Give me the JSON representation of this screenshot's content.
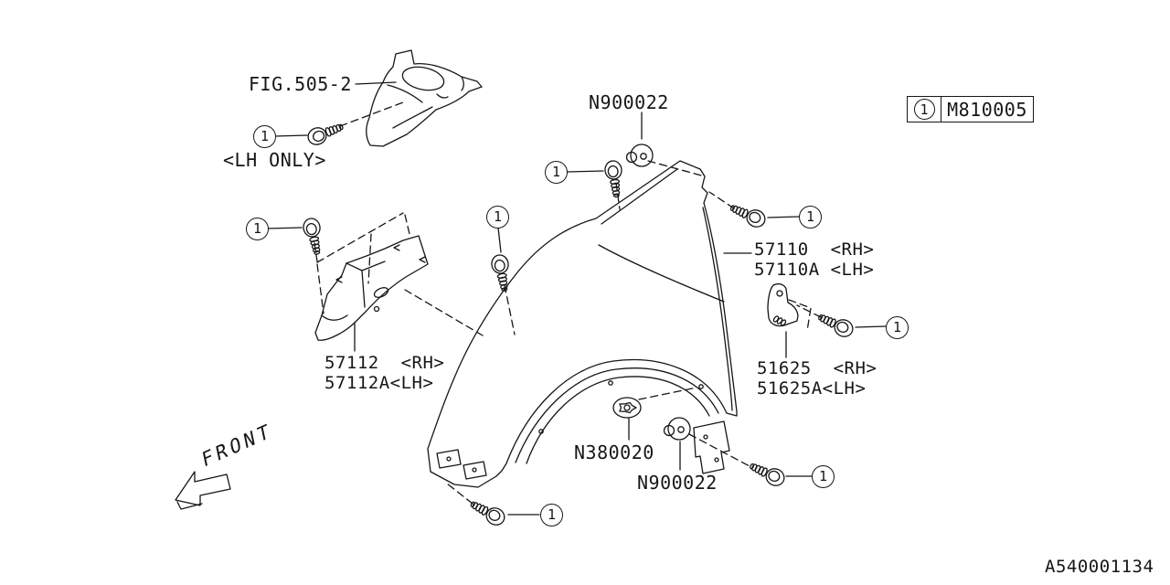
{
  "meta": {
    "background_color": "#ffffff",
    "line_color": "#161616",
    "description": "Fender parts exploded diagram"
  },
  "legend": {
    "callout": "1",
    "part_no": "M810005"
  },
  "callout_number": "1",
  "labels": {
    "fig_ref": "FIG.505-2",
    "lh_only": "<LH ONLY>",
    "nut_top": "N900022",
    "fender_rh": "57110  <RH>",
    "fender_lh": "57110A <LH>",
    "plate_rh": "57112  <RH>",
    "plate_lh": "57112A<LH>",
    "bracket_rh": "51625  <RH>",
    "bracket_lh": "51625A<LH>",
    "nut_lower": "N380020",
    "nut_lower2": "N900022",
    "front": "FRONT",
    "diagram_no": "A540001134"
  },
  "icons": {
    "bolt": "hex-flange-bolt",
    "grommet_nut": "flanged-grommet-nut",
    "serrated_nut": "serrated-flange-nut"
  }
}
